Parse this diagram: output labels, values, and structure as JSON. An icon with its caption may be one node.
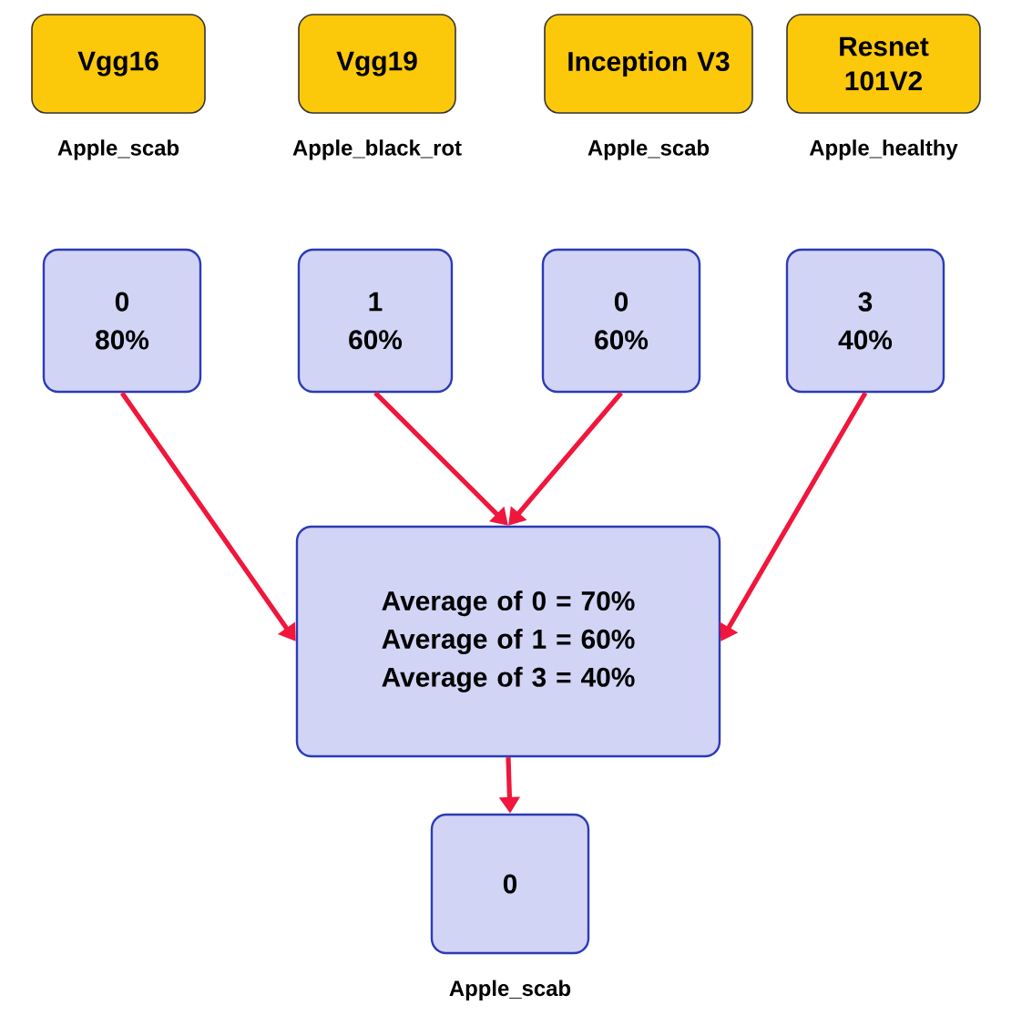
{
  "diagram": {
    "nodes": [
      {
        "text": [
          "Vgg16"
        ],
        "beside": [
          "Apple_scab"
        ]
      },
      {
        "text": [
          "Vgg19"
        ],
        "beside": [
          "Apple_black_rot"
        ]
      },
      {
        "text": [
          "Inception V3"
        ],
        "beside": [
          "Apple_scab"
        ]
      },
      {
        "text": [
          "Resnet 101V2"
        ],
        "beside": [
          "Apple_healthy"
        ]
      },
      {
        "text": [
          "0",
          "80%"
        ]
      },
      {
        "text": [
          "1",
          "60%"
        ]
      },
      {
        "text": [
          "0",
          "60%"
        ]
      },
      {
        "text": [
          "3",
          "40%"
        ]
      },
      {
        "text": [
          "Average of 0 = 70%",
          "Average of 1 = 60%",
          "Average of 3 = 40%"
        ]
      },
      {
        "text": [
          "0"
        ],
        "beside": [
          "Apple_scab"
        ]
      }
    ],
    "edges": [
      {
        "from": 4,
        "to": 8,
        "arrow": "to"
      },
      {
        "from": 5,
        "to": 8,
        "arrow": "to"
      },
      {
        "from": 6,
        "to": 8,
        "arrow": "to"
      },
      {
        "from": 7,
        "to": 8,
        "arrow": "to"
      },
      {
        "from": 8,
        "to": 9,
        "arrow": "to"
      }
    ]
  }
}
